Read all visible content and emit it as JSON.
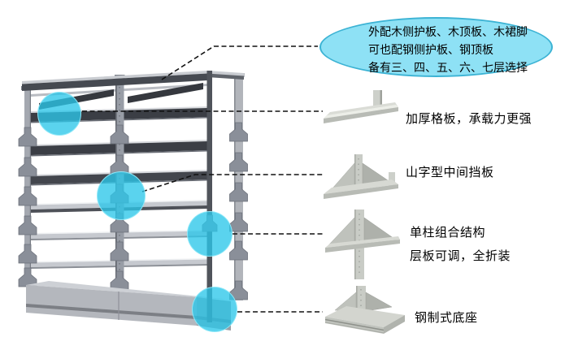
{
  "bubble": {
    "line1": "外配木侧护板、木顶板、木裙脚",
    "line2": "可也配钢侧护板、钢顶板",
    "line3": "备有三、四、五、六、七层选择"
  },
  "callouts": {
    "shelf_board": "加厚格板，承载力更强",
    "middle_divider": "山字型中间挡板",
    "single_column_line1": "单柱组合结构",
    "single_column_line2": "层板可调，全折装",
    "steel_base": "钢制式底座"
  },
  "colors": {
    "highlight_circle": "#2cc7e9",
    "bubble_fill": "#8ee1f5",
    "bubble_border": "#3cb3d4",
    "text": "#000000",
    "background": "#ffffff",
    "shelf_dark": "#3b3e45",
    "shelf_light": "#c6c9cf"
  }
}
